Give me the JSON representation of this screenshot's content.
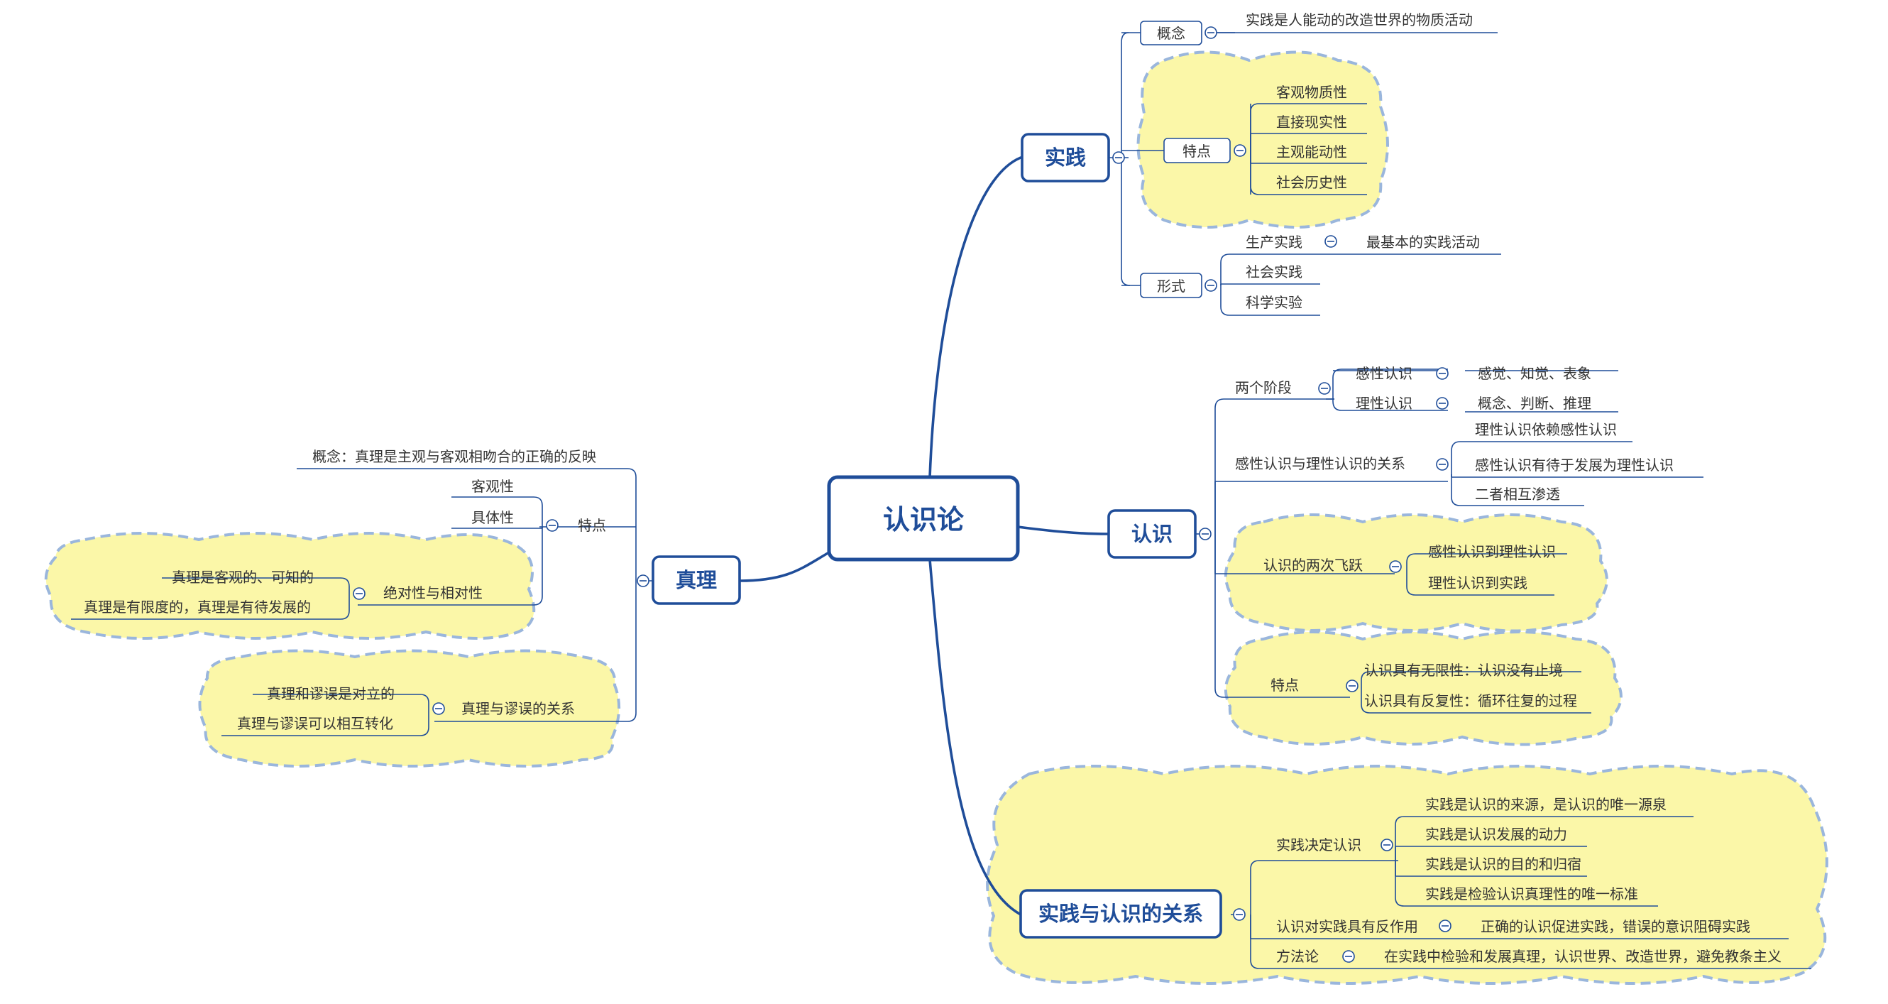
{
  "center": "认识论",
  "practice": {
    "label": "实践",
    "concept": {
      "label": "概念",
      "text": "实践是人能动的改造世界的物质活动"
    },
    "features": {
      "label": "特点",
      "items": [
        "客观物质性",
        "直接现实性",
        "主观能动性",
        "社会历史性"
      ]
    },
    "forms": {
      "label": "形式",
      "items": [
        {
          "label": "生产实践",
          "detail": "最基本的实践活动"
        },
        {
          "label": "社会实践"
        },
        {
          "label": "科学实验"
        }
      ]
    }
  },
  "cognition": {
    "label": "认识",
    "stages": {
      "label": "两个阶段",
      "items": [
        {
          "label": "感性认识",
          "detail": "感觉、知觉、表象"
        },
        {
          "label": "理性认识",
          "detail": "概念、判断、推理"
        }
      ]
    },
    "relation": {
      "label": "感性认识与理性认识的关系",
      "items": [
        "理性认识依赖感性认识",
        "感性认识有待于发展为理性认识",
        "二者相互渗透"
      ]
    },
    "leaps": {
      "label": "认识的两次飞跃",
      "items": [
        "感性认识到理性认识",
        "理性认识到实践"
      ]
    },
    "features": {
      "label": "特点",
      "items": [
        "认识具有无限性：认识没有止境",
        "认识具有反复性：循环往复的过程"
      ]
    }
  },
  "relationship": {
    "label": "实践与认识的关系",
    "decides": {
      "label": "实践决定认识",
      "items": [
        "实践是认识的来源，是认识的唯一源泉",
        "实践是认识发展的动力",
        "实践是认识的目的和归宿",
        "实践是检验认识真理性的唯一标准"
      ]
    },
    "reaction": {
      "label": "认识对实践具有反作用",
      "detail": "正确的认识促进实践，错误的意识阻碍实践"
    },
    "methodology": {
      "label": "方法论",
      "detail": "在实践中检验和发展真理，认识世界、改造世界，避免教条主义"
    }
  },
  "truth": {
    "label": "真理",
    "concept": "概念：真理是主观与客观相吻合的正确的反映",
    "features": {
      "label": "特点",
      "items": [
        "客观性",
        "具体性"
      ],
      "absolute": {
        "label": "绝对性与相对性",
        "items": [
          "真理是客观的、可知的",
          "真理是有限度的，真理是有待发展的"
        ]
      }
    },
    "error": {
      "label": "真理与谬误的关系",
      "items": [
        "真理和谬误是对立的",
        "真理与谬误可以相互转化"
      ]
    }
  },
  "colors": {
    "line": "#1f4d99",
    "cloud_fill": "#fbf7a8",
    "cloud_border": "#9ab6dc"
  }
}
